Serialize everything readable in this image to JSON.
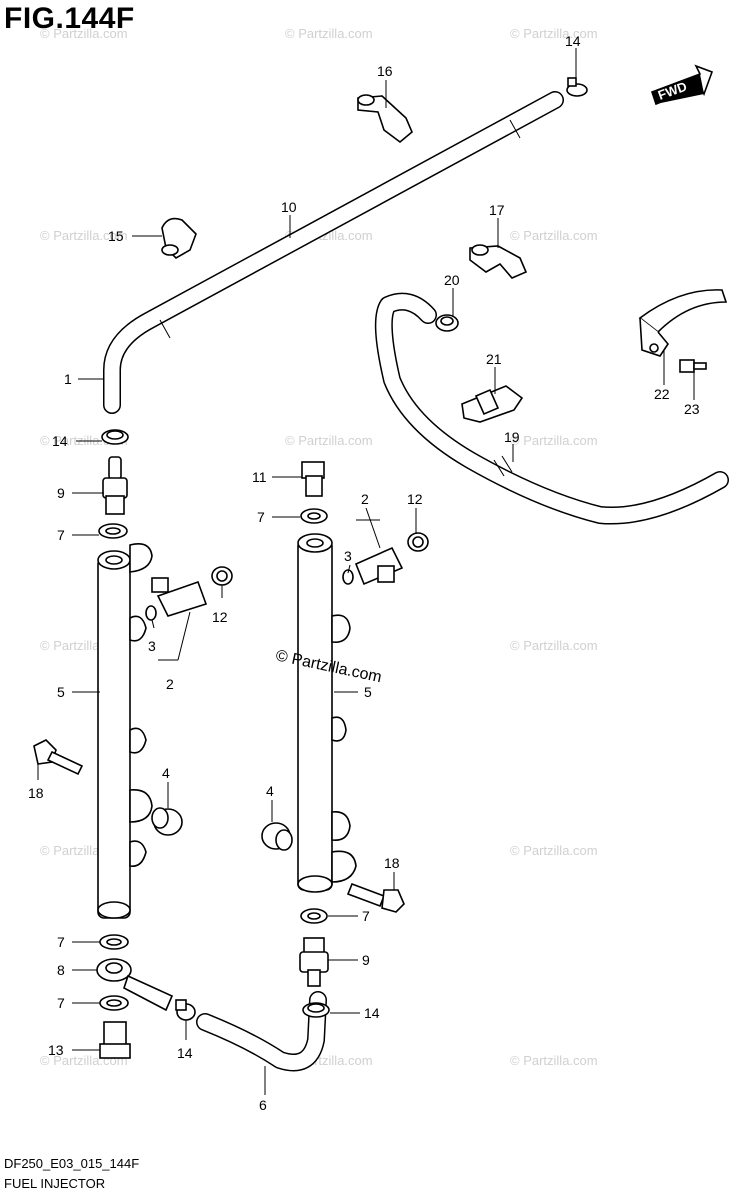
{
  "title": "FIG.144F",
  "footer": {
    "code": "DF250_E03_015_144F",
    "name": "FUEL INJECTOR"
  },
  "fwd_label": "FWD",
  "watermark": "© Partzilla.com",
  "watermark_center": "© Partzilla.com",
  "labels": [
    "1",
    "2",
    "3",
    "4",
    "5",
    "6",
    "7",
    "8",
    "9",
    "10",
    "11",
    "12",
    "13",
    "14",
    "15",
    "16",
    "17",
    "18",
    "19",
    "20",
    "21",
    "22",
    "23"
  ],
  "callouts": {
    "c14a": "14",
    "c16": "16",
    "c10": "10",
    "c15": "15",
    "c17": "17",
    "c20": "20",
    "c1": "1",
    "c22": "22",
    "c23": "23",
    "c21": "21",
    "c14b": "14",
    "c19": "19",
    "c11": "11",
    "c9a": "9",
    "c2a": "2",
    "c12a": "12",
    "c7a": "7",
    "c7b": "7",
    "c3a": "3",
    "c12b": "12",
    "c3b": "3",
    "c2b": "2",
    "c5a": "5",
    "c5b": "5",
    "c18a": "18",
    "c4a": "4",
    "c4b": "4",
    "c18b": "18",
    "c7c": "7",
    "c7d": "7",
    "c9b": "9",
    "c8": "8",
    "c7e": "7",
    "c14c": "14",
    "c13": "13",
    "c14d": "14",
    "c6": "6"
  }
}
